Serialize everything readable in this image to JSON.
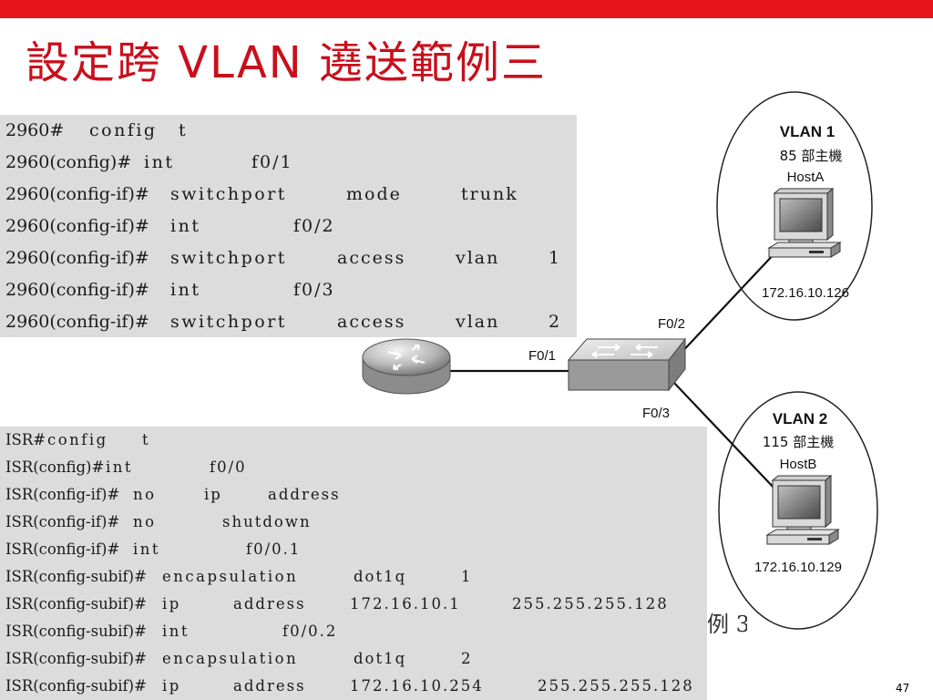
{
  "slide": {
    "title": "設定跨 VLAN 遶送範例三",
    "page_number": "47",
    "partial_caption": "例 3"
  },
  "switch_commands": [
    {
      "prompt": "2960#",
      "cmd": "config",
      "args": [
        "t"
      ]
    },
    {
      "prompt": "2960(config)#",
      "cmd": "int",
      "args": [
        "f0/1"
      ]
    },
    {
      "prompt": "2960(config-if)#",
      "cmd": "switchport",
      "args": [
        "mode",
        "trunk"
      ]
    },
    {
      "prompt": "2960(config-if)#",
      "cmd": "int",
      "args": [
        "f0/2"
      ]
    },
    {
      "prompt": "2960(config-if)#",
      "cmd": "switchport",
      "args": [
        "access",
        "vlan",
        "1"
      ]
    },
    {
      "prompt": "2960(config-if)#",
      "cmd": "int",
      "args": [
        "f0/3"
      ]
    },
    {
      "prompt": "2960(config-if)#",
      "cmd": "switchport",
      "args": [
        "access",
        "vlan",
        "2"
      ]
    }
  ],
  "router_commands": [
    {
      "prompt": "ISR#",
      "cmd": "config",
      "args": [
        "t"
      ]
    },
    {
      "prompt": "ISR(config)#",
      "cmd": "int",
      "args": [
        "f0/0"
      ]
    },
    {
      "prompt": "ISR(config-if)#",
      "cmd": "no",
      "args": [
        "ip",
        "address"
      ]
    },
    {
      "prompt": "ISR(config-if)#",
      "cmd": "no",
      "args": [
        "shutdown"
      ]
    },
    {
      "prompt": "ISR(config-if)#",
      "cmd": "int",
      "args": [
        "f0/0.1"
      ]
    },
    {
      "prompt": "ISR(config-subif)#",
      "cmd": "encapsulation",
      "args": [
        "dot1q",
        "1"
      ]
    },
    {
      "prompt": "ISR(config-subif)#",
      "cmd": "ip",
      "args": [
        "address",
        "172.16.10.1",
        "255.255.255.128"
      ]
    },
    {
      "prompt": "ISR(config-subif)#",
      "cmd": "int",
      "args": [
        "f0/0.2"
      ]
    },
    {
      "prompt": "ISR(config-subif)#",
      "cmd": "encapsulation",
      "args": [
        "dot1q",
        "2"
      ]
    },
    {
      "prompt": "ISR(config-subif)#",
      "cmd": "ip",
      "args": [
        "address",
        "172.16.10.254",
        "255.255.255.128"
      ]
    }
  ],
  "network": {
    "port_router_switch": "F0/1",
    "port_switch_vlan1": "F0/2",
    "port_switch_vlan2": "F0/3",
    "vlan1": {
      "name": "VLAN 1",
      "hosts": "85 部主機",
      "host": "HostA",
      "ip": "172.16.10.126"
    },
    "vlan2": {
      "name": "VLAN 2",
      "hosts": "115 部主機",
      "host": "HostB",
      "ip": "172.16.10.129"
    }
  },
  "colors": {
    "accent_red": "#e8141b",
    "title_red": "#c8101c",
    "panel_gray": "#dcdcdc"
  }
}
